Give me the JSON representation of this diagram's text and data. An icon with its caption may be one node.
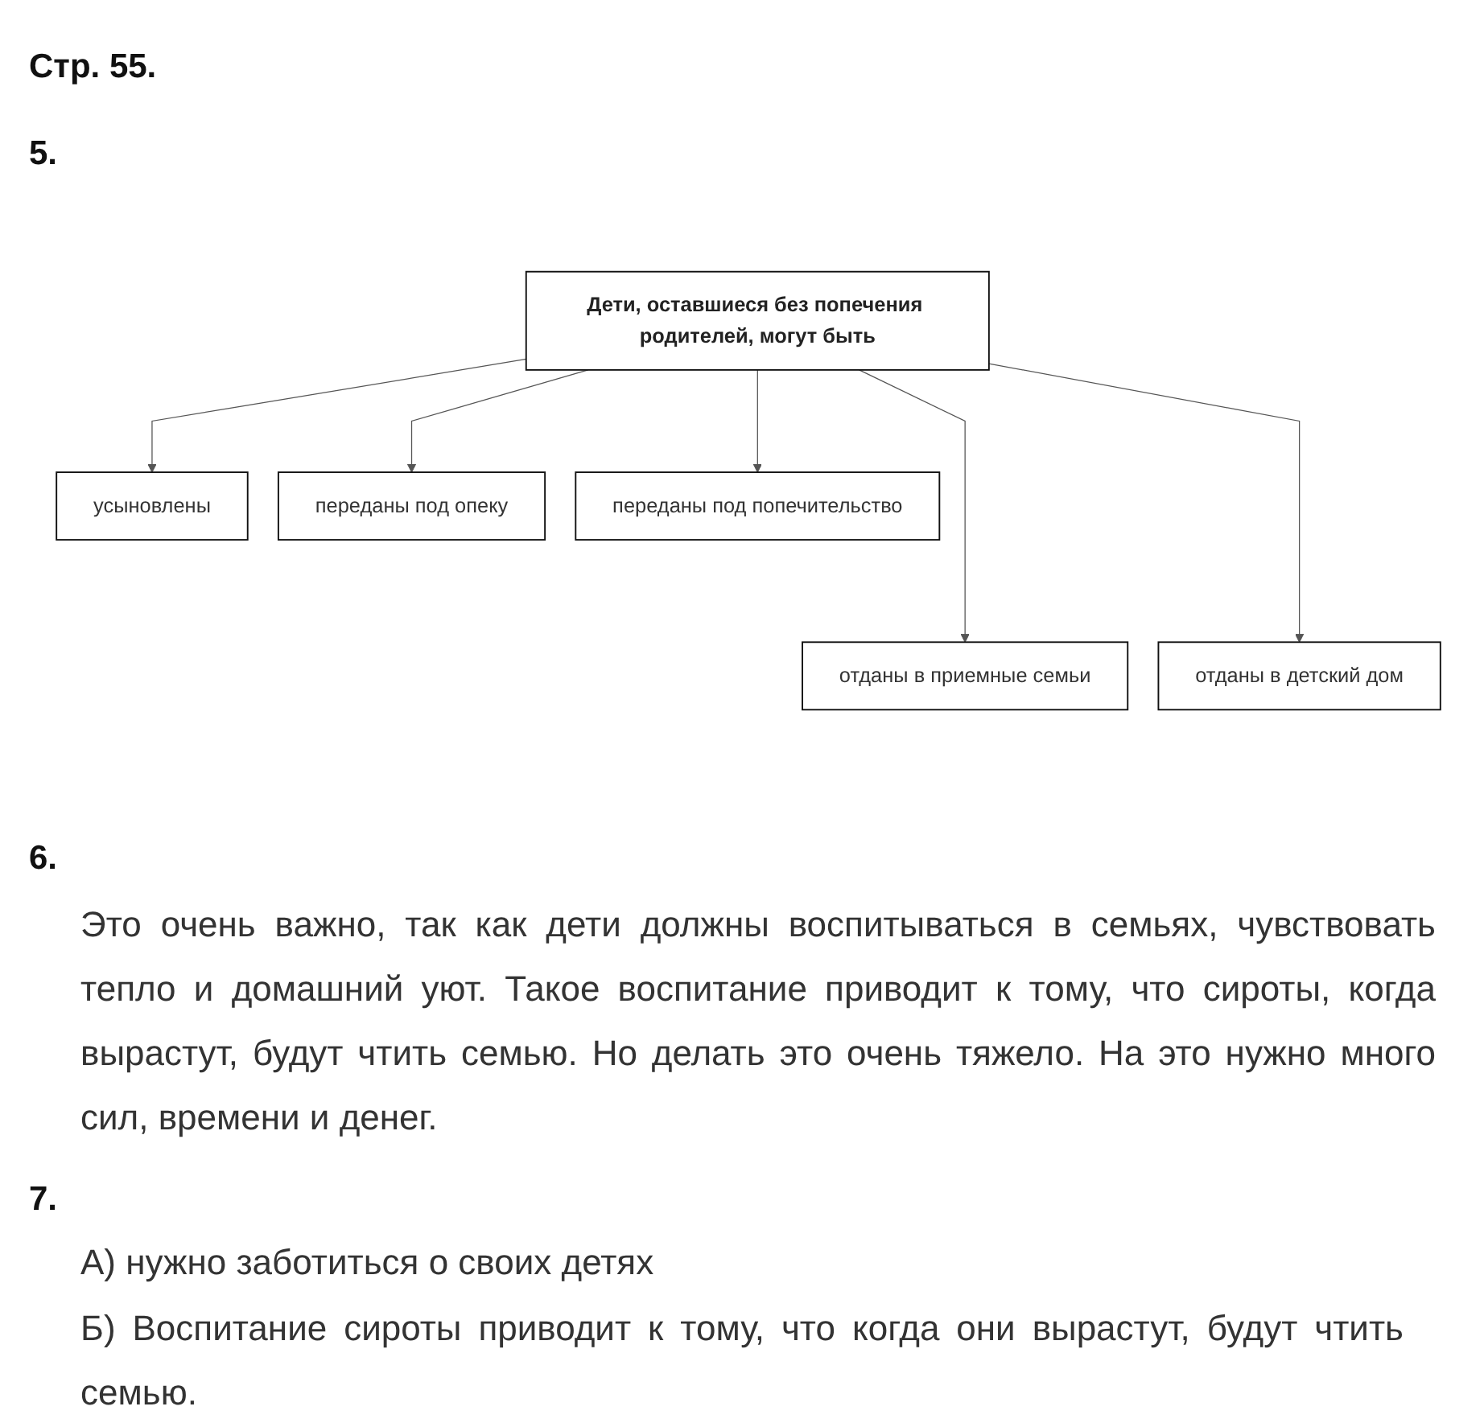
{
  "diagram": {
    "title": "Стр. 55.",
    "nodes": [
      {
        "text": [
          "Дети, оставшиеся без попечения родителей, могут быть"
        ]
      },
      {
        "text": [
          "усыновлены"
        ]
      },
      {
        "text": [
          "переданы под опеку"
        ]
      },
      {
        "text": [
          "переданы под попечительство"
        ]
      },
      {
        "text": [
          "отданы в приемные семьи"
        ]
      },
      {
        "text": [
          "отданы в детский дом"
        ]
      }
    ],
    "edges": [
      {
        "from": 0,
        "to": 1,
        "arrow": "to"
      },
      {
        "from": 0,
        "to": 2,
        "arrow": "to"
      },
      {
        "from": 0,
        "to": 3,
        "arrow": "to"
      },
      {
        "from": 0,
        "to": 4,
        "arrow": "to"
      },
      {
        "from": 0,
        "to": 5,
        "arrow": "to"
      }
    ],
    "labels": [
      "5.",
      "6.",
      "Это очень важно, так как дети должны воспитываться в семьях, чувствовать тепло и домашний уют. Такое воспитание приводит к тому, что сироты, когда вырастут, будут чтить семью. Но делать это очень тяжело. На это нужно много сил, времени и денег.",
      "7.",
      "А) нужно заботиться о своих детях",
      "Б) Воспитание сироты приводит к тому, что когда они вырастут, будут чтить семью."
    ]
  }
}
